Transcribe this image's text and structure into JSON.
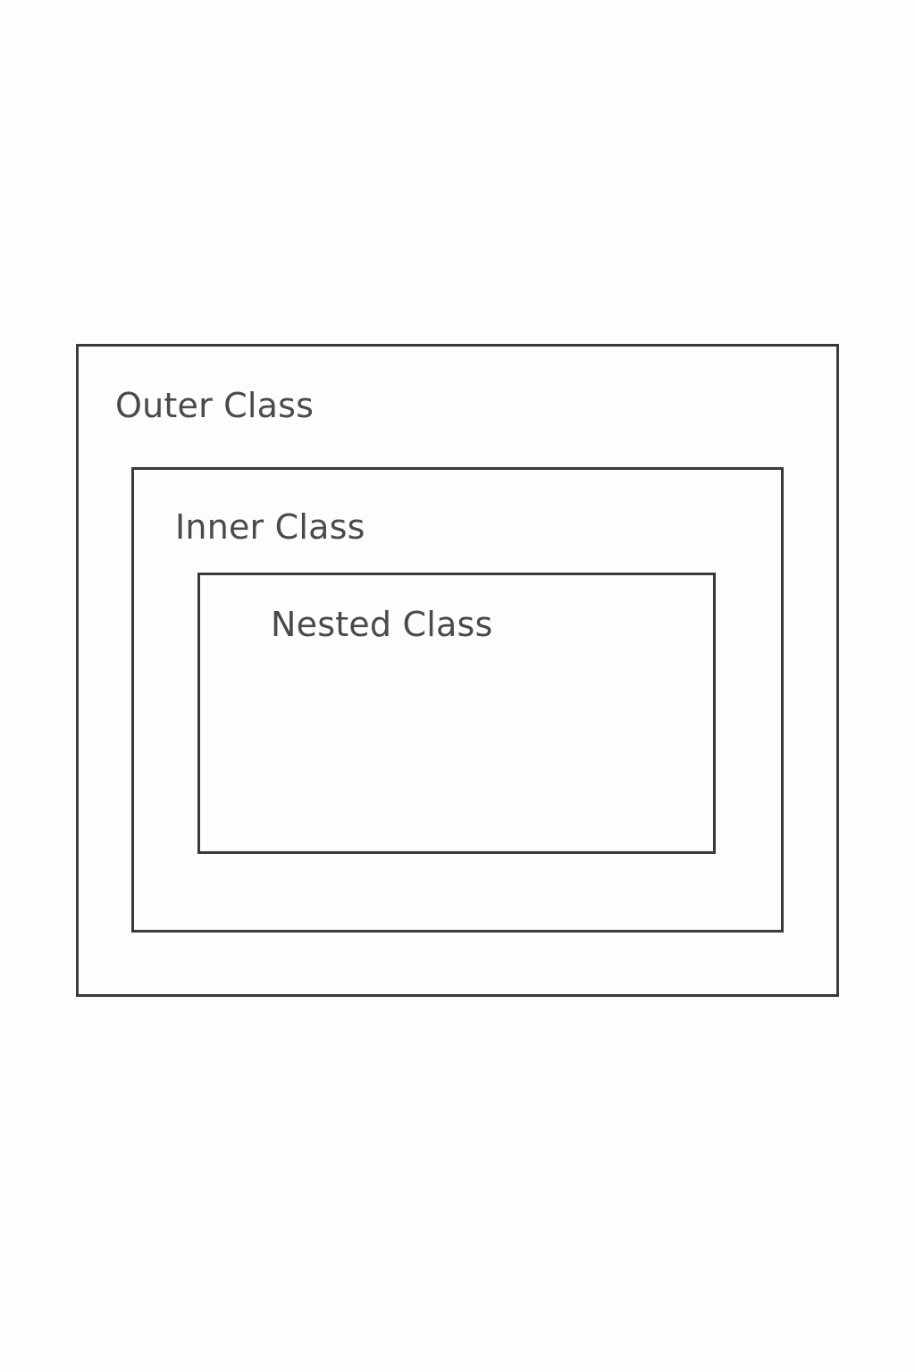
{
  "diagram": {
    "outer": {
      "label": "Outer Class"
    },
    "inner": {
      "label": "Inner Class"
    },
    "nested": {
      "label": "Nested Class"
    },
    "colors": {
      "border": "#3a3a3a",
      "text": "#4a4a4a",
      "background": "#fdfdfd"
    }
  }
}
